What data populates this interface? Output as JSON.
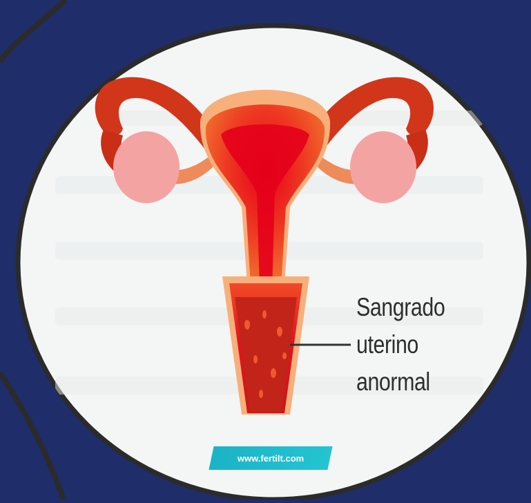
{
  "label": {
    "line1": "Sangrado",
    "line2": "uterino",
    "line3": "anormal"
  },
  "badge": {
    "text": "www.fertilt.com"
  },
  "colors": {
    "background": "#1f2d6b",
    "circle_fill": "#f4f5f5",
    "circle_border": "#2b2b2b",
    "tube": "#d2361a",
    "uterus": "#e63a22",
    "ovary": "#f4a3a3",
    "cervix": "#c2241a",
    "badge": "#22bccd"
  },
  "icons": [
    "uterus-illustration-icon",
    "left-ovary-icon",
    "right-ovary-icon"
  ]
}
